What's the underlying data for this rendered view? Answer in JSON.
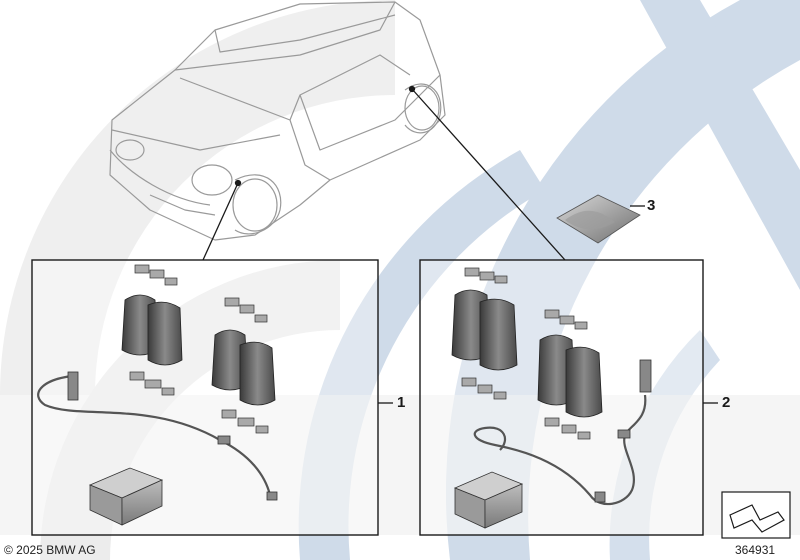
{
  "callouts": {
    "c1": "1",
    "c2": "2",
    "c3": "3"
  },
  "footer": {
    "copyright": "© 2025 BMW AG",
    "image_number": "364931"
  },
  "colors": {
    "background": "#ffffff",
    "watermark_blue": "#c9d7e8",
    "watermark_grey": "#e9e9e9",
    "line": "#1a1a1a",
    "car_outline": "#9a9a9a"
  },
  "icons": {
    "nav": "next-diagram-arrow-icon"
  }
}
